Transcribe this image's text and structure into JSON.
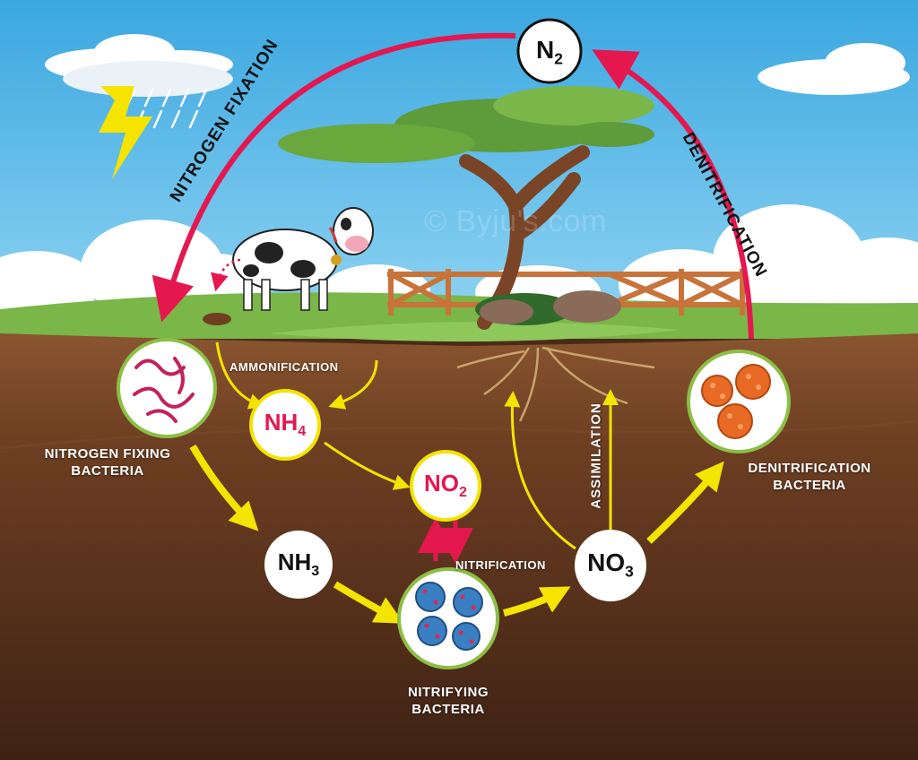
{
  "colors": {
    "sky": "#5ab8e8",
    "grass": "#7ab648",
    "soil_top": "#8a5530",
    "soil_deep": "#4a2a18",
    "cycle_red": "#e5174f",
    "arrow_yellow": "#f5e300",
    "circle_border": "#f2e400",
    "text_white": "#ffffff"
  },
  "process_labels": {
    "nitrogen_fixation": "NITROGEN FIXATION",
    "denitrification": "DENITRIFICATION",
    "ammonification": "AMMONIFICATION",
    "nitrification": "NITRIFICATION",
    "assimilation": "ASSIMILATION"
  },
  "compounds": {
    "n2": {
      "base": "N",
      "sub": "2"
    },
    "nh4": {
      "base": "NH",
      "sub": "4"
    },
    "no2": {
      "base": "NO",
      "sub": "2"
    },
    "nh3": {
      "base": "NH",
      "sub": "3"
    },
    "no3": {
      "base": "NO",
      "sub": "3"
    }
  },
  "bacteria_labels": {
    "nitrogen_fixing": {
      "line1": "NITROGEN FIXING",
      "line2": "BACTERIA"
    },
    "nitrifying": {
      "line1": "NITRIFYING",
      "line2": "BACTERIA"
    },
    "denitrification": {
      "line1": "DENITRIFICATION",
      "line2": "BACTERIA"
    }
  },
  "watermark": "© Byju's.com"
}
